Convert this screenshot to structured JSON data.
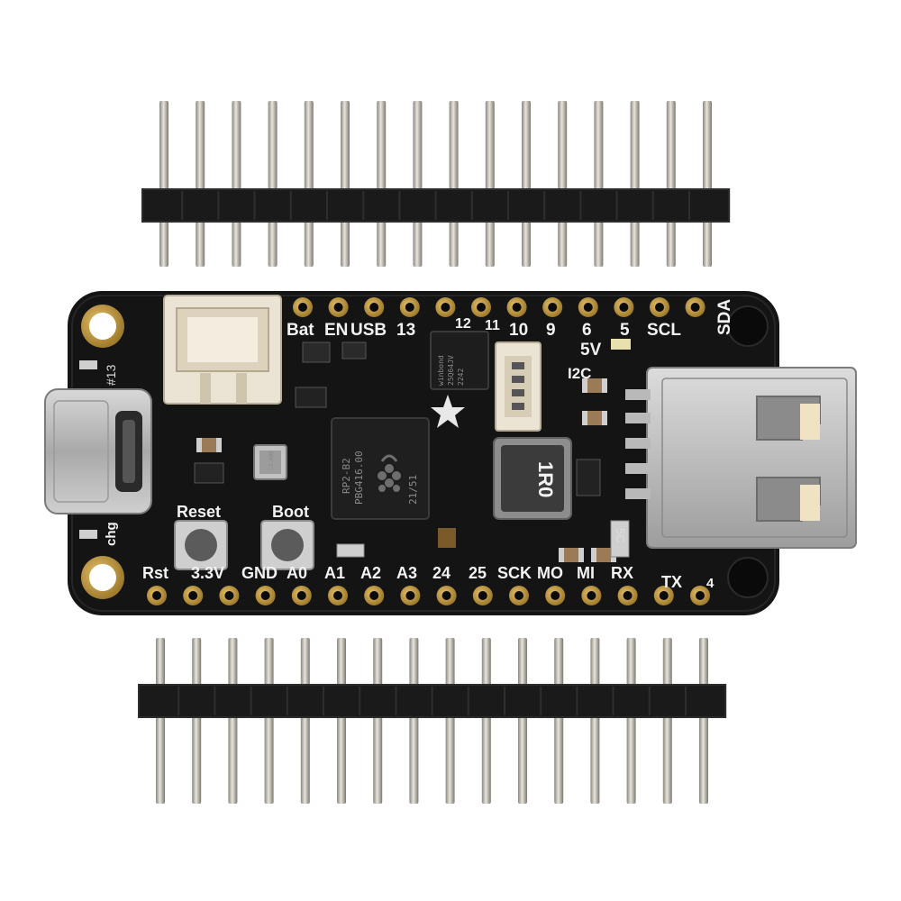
{
  "colors": {
    "pcb": "#141414",
    "pad_gold": "#c9a24a",
    "silkscreen": "#f2f2f2",
    "header_plastic": "#1a1a1a",
    "pin_metal": "#c8c4bc",
    "connector_white": "#ebe3d4",
    "usb_metal": "#c9c9c9"
  },
  "top_labels": [
    "Bat",
    "EN",
    "USB",
    "13",
    "12",
    "11",
    "10",
    "9",
    "6",
    "5",
    "SCL",
    "SDA"
  ],
  "bottom_labels": [
    "Rst",
    "3.3V",
    "GND",
    "A0",
    "A1",
    "A2",
    "A3",
    "24",
    "25",
    "SCK",
    "MO",
    "MI",
    "RX",
    "TX",
    "4"
  ],
  "misc_labels": {
    "reset": "Reset",
    "boot": "Boot",
    "chg": "chg",
    "led13": "#13",
    "i2c": "I2C",
    "five_v": "5V",
    "inductor": "1R0",
    "fivec": "5C"
  },
  "chip_text": {
    "line1": "RP2-B2",
    "line2": "PBG416.00",
    "line3": "21/51"
  },
  "flash_text": {
    "line1": "winbond",
    "line2": "25Q64JV",
    "line3": "2242"
  },
  "crystal_text": "12.000"
}
